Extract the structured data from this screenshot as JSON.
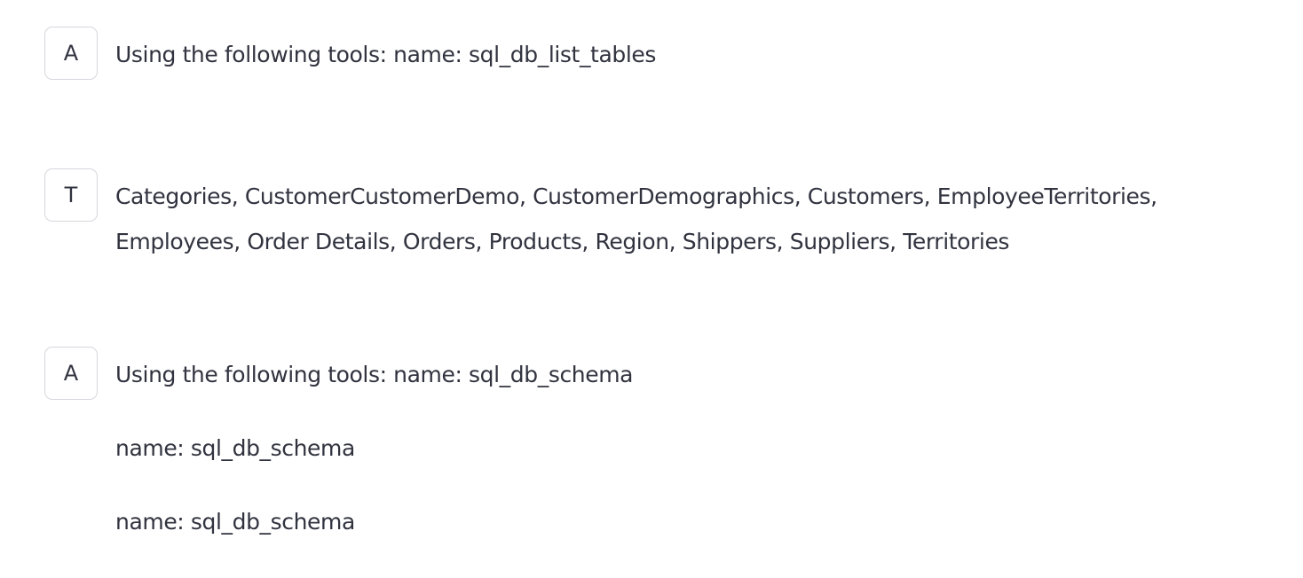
{
  "messages": [
    {
      "avatar": "A",
      "role": "assistant",
      "paragraphs": [
        "Using the following tools: name: sql_db_list_tables"
      ]
    },
    {
      "avatar": "T",
      "role": "tool",
      "paragraphs": [
        "Categories, CustomerCustomerDemo, CustomerDemographics, Customers, EmployeeTerritories, Employees, Order Details, Orders, Products, Region, Shippers, Suppliers, Territories"
      ]
    },
    {
      "avatar": "A",
      "role": "assistant",
      "paragraphs": [
        "Using the following tools: name: sql_db_schema",
        "name: sql_db_schema",
        "name: sql_db_schema"
      ]
    }
  ]
}
